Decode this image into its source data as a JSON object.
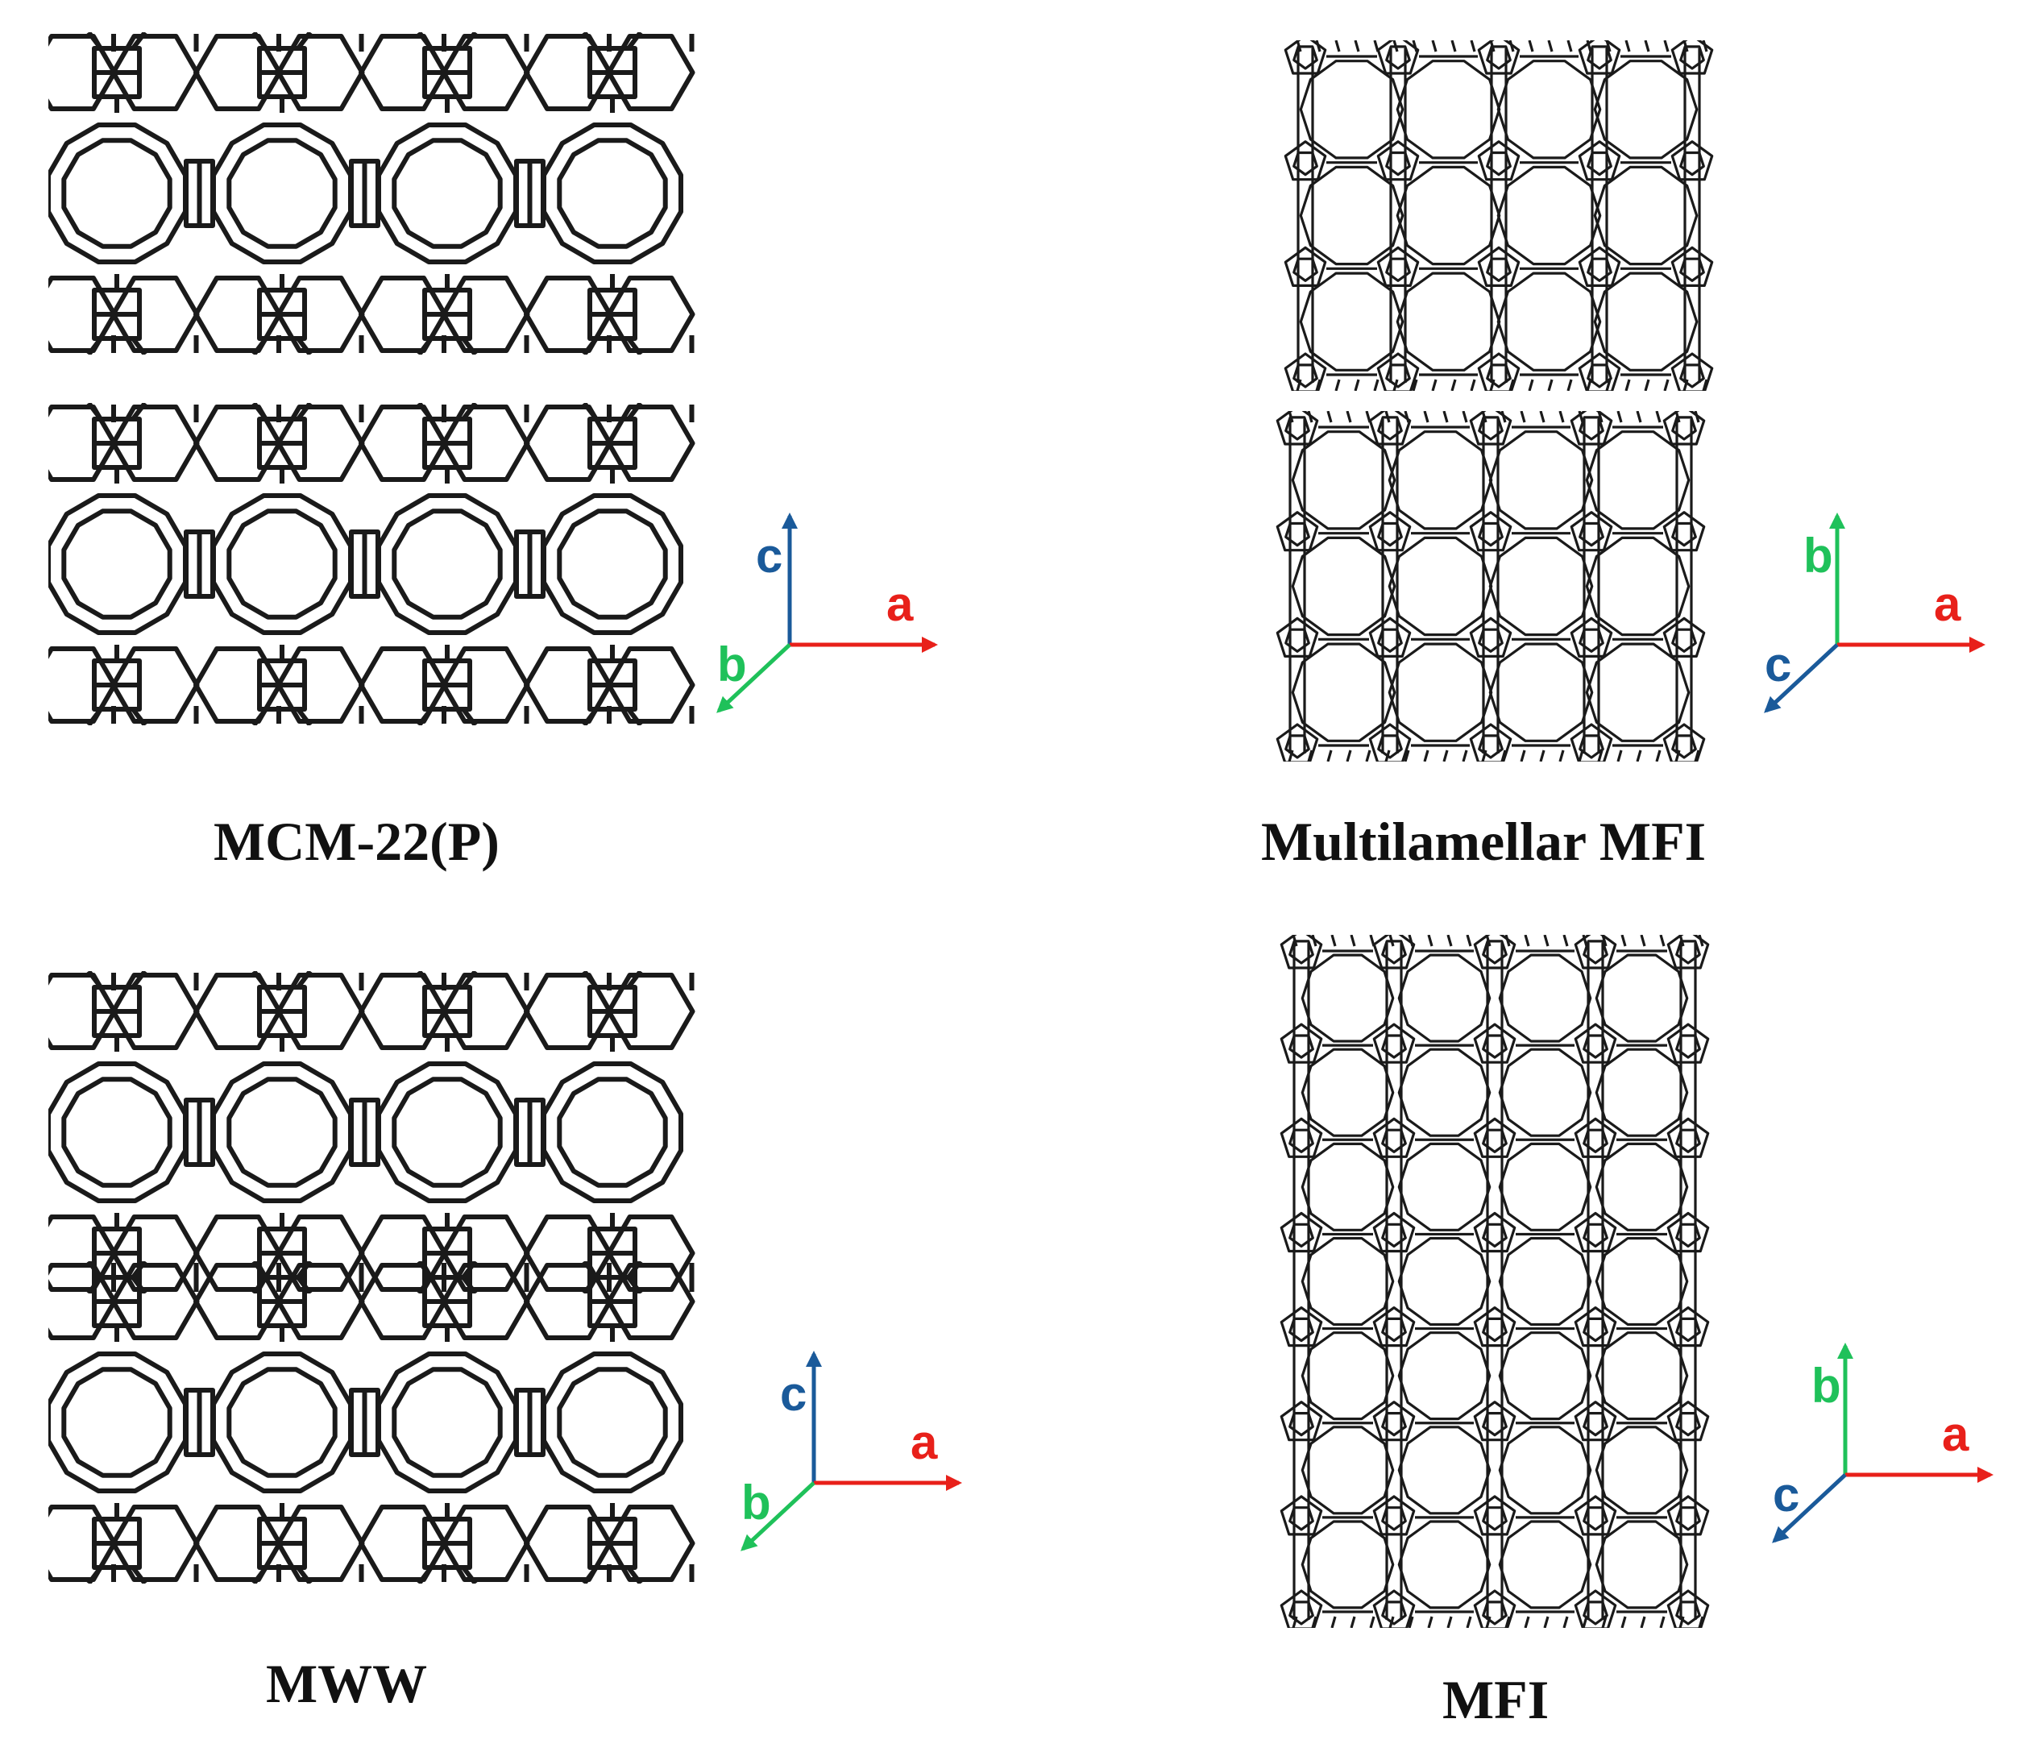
{
  "panels": {
    "mcm22p": {
      "caption": "MCM-22(P)",
      "axes": {
        "up": "c",
        "right": "a",
        "diag": "b"
      }
    },
    "multilamellar_mfi": {
      "caption": "Multilamellar MFI",
      "axes": {
        "up": "b",
        "right": "a",
        "diag": "c"
      }
    },
    "mww": {
      "caption": "MWW",
      "axes": {
        "up": "c",
        "right": "a",
        "diag": "b"
      }
    },
    "mfi": {
      "caption": "MFI",
      "axes": {
        "up": "b",
        "right": "a",
        "diag": "c"
      }
    }
  },
  "colors": {
    "axis_a": "#e8201a",
    "axis_b": "#1fc15a",
    "axis_c": "#1a5a9a",
    "framework": "#1a1a1a"
  }
}
